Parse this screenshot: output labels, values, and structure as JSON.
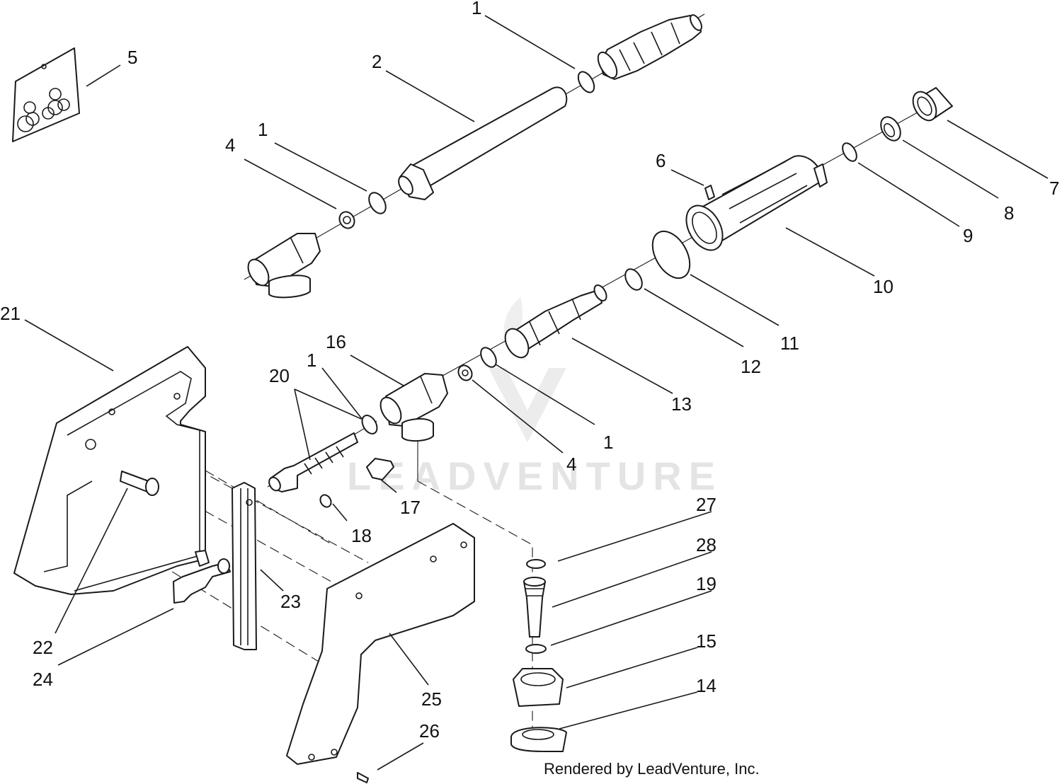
{
  "watermark": "LEADVENTURE",
  "credit": "Rendered by LeadVenture, Inc.",
  "callouts": {
    "c1a": "1",
    "c2": "2",
    "c5": "5",
    "c1b": "1",
    "c4a": "4",
    "c6": "6",
    "c7": "7",
    "c8": "8",
    "c9": "9",
    "c10": "10",
    "c11": "11",
    "c12": "12",
    "c13": "13",
    "c21": "21",
    "c16": "16",
    "c1c": "1",
    "c20": "20",
    "c1d": "1",
    "c4b": "4",
    "c17": "17",
    "c18": "18",
    "c27": "27",
    "c28": "28",
    "c19": "19",
    "c15": "15",
    "c14": "14",
    "c22": "22",
    "c23": "23",
    "c24": "24",
    "c25": "25",
    "c26": "26"
  }
}
